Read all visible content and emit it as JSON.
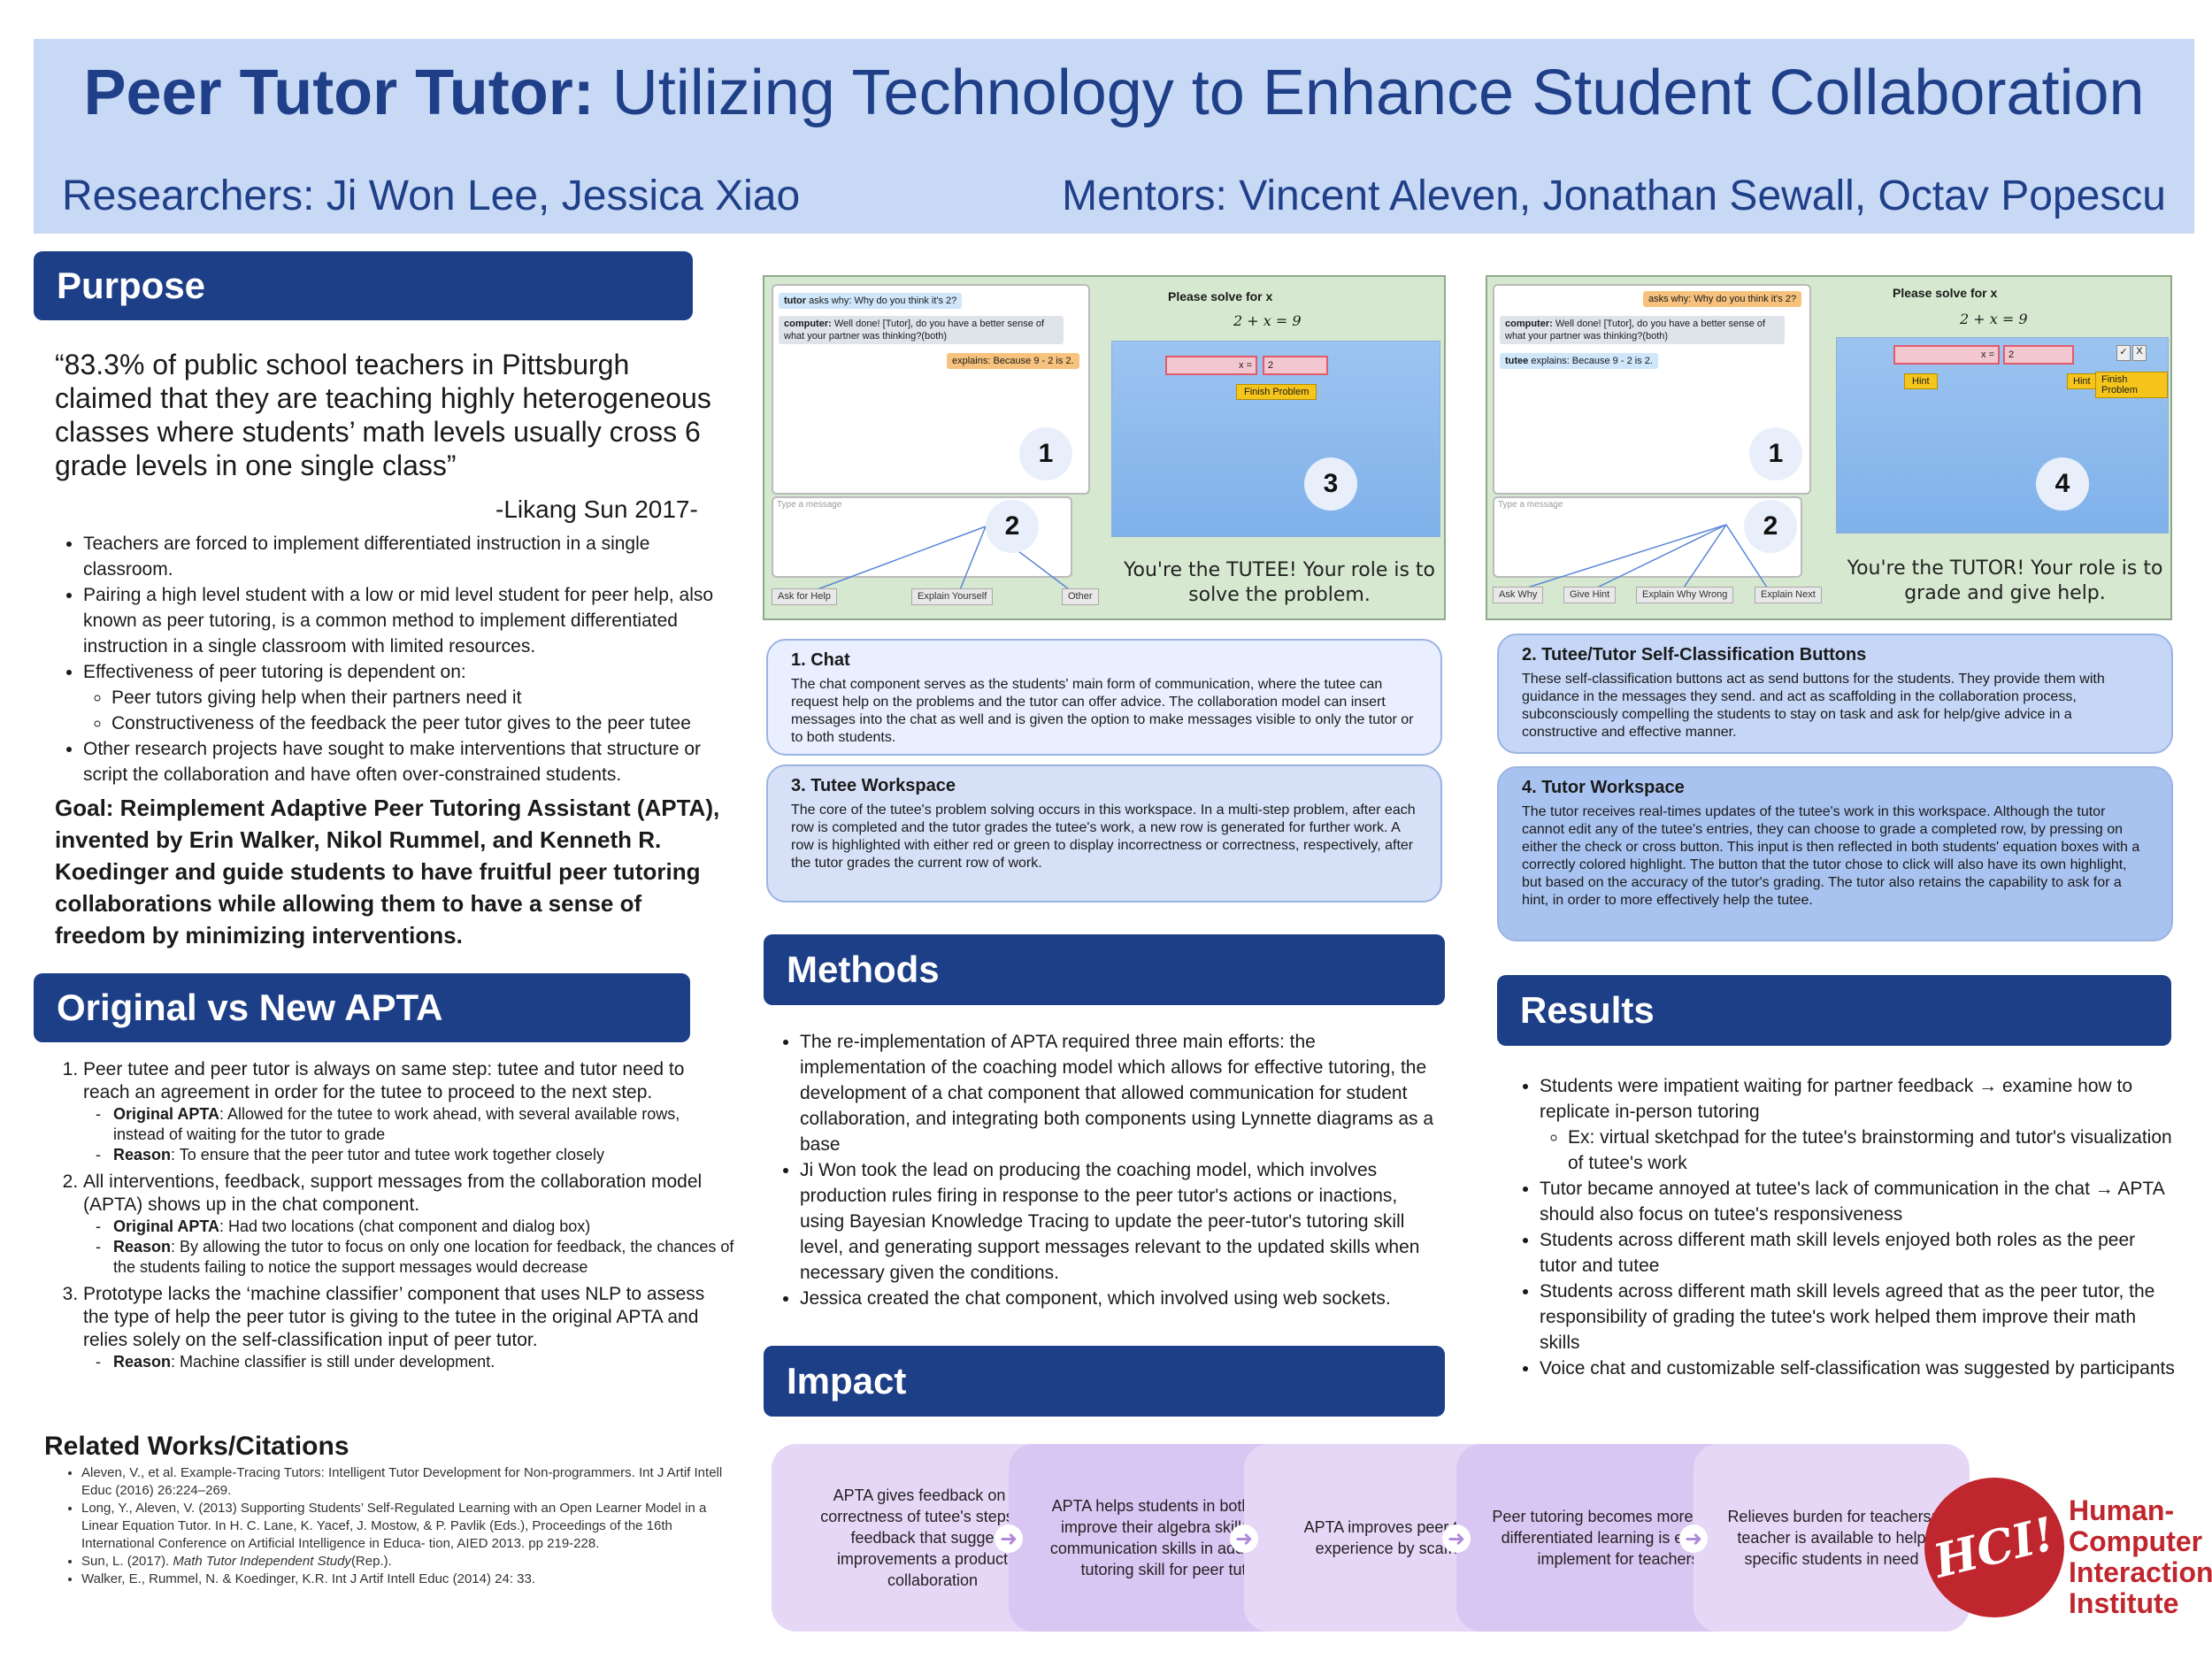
{
  "header": {
    "title_bold": "Peer Tutor Tutor:",
    "title_rest": " Utilizing Technology to Enhance Student Collaboration",
    "researchers": "Researchers: Ji Won Lee, Jessica Xiao",
    "mentors": "Mentors: Vincent Aleven, Jonathan Sewall, Octav Popescu"
  },
  "purpose": {
    "heading": "Purpose",
    "quote": "“83.3% of public school teachers in Pittsburgh claimed that they are teaching highly heterogeneous classes where students’ math levels usually cross 6 grade levels in one single class”",
    "attribution": "-Likang Sun 2017-",
    "bullets": [
      "Teachers are forced to implement differentiated instruction in a single classroom.",
      "Pairing a high level student with a low or mid level student for peer help, also known as peer tutoring, is a common method to implement differentiated instruction in a single classroom with limited resources.",
      "Effectiveness of peer tutoring is dependent on:"
    ],
    "sub_bullets": [
      "Peer tutors giving help when their partners need it",
      "Constructiveness of the feedback the peer tutor gives to the peer tutee"
    ],
    "last_bullet": "Other research projects have sought to make interventions that structure or script the collaboration and have often over-constrained students.",
    "goal": "Goal: Reimplement Adaptive Peer Tutoring Assistant (APTA), invented by Erin Walker, Nikol Rummel, and Kenneth R. Koedinger and guide students to have fruitful peer tutoring collaborations while allowing them to have a sense of freedom by minimizing interventions."
  },
  "original": {
    "heading": "Original vs New APTA",
    "items": [
      {
        "text": "Peer tutee and peer tutor is always on same step: tutee and tutor need to reach an agreement in order for the tutee to proceed to the next step.",
        "d1_label": "Original APTA",
        "d1_text": ": Allowed for the tutee to work ahead, with several available rows, instead of waiting for the tutor to grade",
        "d2_label": "Reason",
        "d2_text": ": To ensure that the peer tutor and tutee work together closely"
      },
      {
        "text": "All interventions, feedback, support messages from the collaboration model (APTA) shows up in the chat component.",
        "d1_label": "Original APTA",
        "d1_text": ": Had two locations (chat component and dialog box)",
        "d2_label": "Reason",
        "d2_text": ": By allowing the tutor to focus on only one location for feedback, the chances of the students failing to notice the support messages would decrease"
      },
      {
        "text": "Prototype lacks the ‘machine classifier’ component that uses NLP to assess the type of help the peer tutor is giving to the tutee in the original APTA and relies solely on the self-classification input of peer tutor.",
        "d1_label": "Reason",
        "d1_text": ": Machine classifier is still under development."
      }
    ]
  },
  "citations": {
    "heading": "Related Works/Citations",
    "items": [
      "Aleven, V., et al. Example-Tracing Tutors: Intelligent Tutor Development for Non-programmers. Int J Artif Intell Educ (2016) 26:224–269.",
      "Long, Y., Aleven, V. (2013) Supporting Students’ Self-Regulated Learning with an Open Learner Model in a Linear Equation Tutor. In H. C. Lane, K. Yacef, J. Mostow, & P. Pavlik (Eds.), Proceedings of the 16th International Conference on Artificial Intelligence in Educa- tion, AIED 2013. pp 219-228.",
      "Walker, E., Rummel, N. & Koedinger, K.R. Int J Artif Intell Educ (2014) 24: 33."
    ],
    "sun_prefix": "Sun, L. (2017). ",
    "sun_title": "Math Tutor Independent Study",
    "sun_suffix": "(Rep.)."
  },
  "tutee_screen": {
    "chat_line1_speaker": "tutor",
    "chat_line1": " asks why: Why do you think it's 2?",
    "chat_line2_speaker": "computer:",
    "chat_line2": " Well done! [Tutor], do you have a better sense of what your partner was thinking?(both)",
    "chat_line3": "explains: Because 9 - 2 is 2.",
    "input_placeholder": "Type a message",
    "buttons": [
      "Ask for Help",
      "Explain Yourself",
      "Other"
    ],
    "problem_title": "Please solve for x",
    "equation": "2 + x = 9",
    "row_eq": "x = 2",
    "finish": "Finish Problem",
    "badge_chat": "1",
    "badge_buttons": "2",
    "badge_workspace": "3",
    "role_text": "You're the TUTEE! Your role is to solve the problem."
  },
  "tutor_screen": {
    "chat_line1": "asks why: Why do you think it's 2?",
    "chat_line2_speaker": "computer:",
    "chat_line2": " Well done! [Tutor], do you have a better sense of what your partner was thinking?(both)",
    "chat_line3_speaker": "tutee",
    "chat_line3": " explains: Because 9 - 2 is 2.",
    "input_placeholder": "Type a message",
    "buttons": [
      "Ask Why",
      "Give Hint",
      "Explain Why Wrong",
      "Explain Next"
    ],
    "problem_title": "Please solve for x",
    "equation": "2 + x = 9",
    "row_eq": "x = 2",
    "check": "✓",
    "cross": "X",
    "hint1": "Hint",
    "hint2": "Hint",
    "finish": "Finish Problem",
    "badge_chat": "1",
    "badge_buttons": "2",
    "badge_workspace": "4",
    "role_text": "You're the TUTOR! Your role is to grade and give help."
  },
  "cards": {
    "chat": {
      "title": "1. Chat",
      "text": "The chat component serves as the students' main form of communication, where the tutee can request help on the problems and the tutor can offer advice. The collaboration model can insert messages into the chat as well and is given the option to make messages visible to only the tutor or to both students."
    },
    "tutee_ws": {
      "title": "3. Tutee Workspace",
      "text": "The core of the tutee's problem solving occurs in this workspace. In a multi-step problem, after each row is completed and the tutor grades the tutee's work, a new row is generated for further work. A row is highlighted with either red or green to display incorrectness or correctness, respectively, after the tutor grades the current row of work."
    },
    "buttons": {
      "title": "2. Tutee/Tutor Self-Classification Buttons",
      "text": "These self-classification buttons act as send buttons for the students. They provide them with guidance in the messages they send. and act as scaffolding in the collaboration process, subconsciously compelling the students to stay on task and ask for help/give advice in a constructive and effective manner."
    },
    "tutor_ws": {
      "title": "4. Tutor Workspace",
      "text": "The tutor receives real-times updates of the tutee's work in this workspace. Although the tutor cannot edit any of the tutee's entries, they can choose to grade a completed row, by pressing on either the check or cross button. This input is then reflected in both students' equation boxes with a correctly colored highlight. The button that the tutor chose to click will also have its own highlight, but based on the accuracy of the tutor's grading. The tutor also retains the capability to ask for a hint, in order to more effectively help the tutee."
    }
  },
  "methods": {
    "heading": "Methods",
    "bullets": [
      "The re-implementation of APTA required three main efforts: the implementation of the coaching model which allows for effective tutoring, the development of a chat component that allowed communication for student collaboration, and integrating both components using Lynnette diagrams as a base",
      "Ji Won took the lead on producing the coaching model, which involves production rules firing in response to the peer tutor's actions or inactions, using Bayesian Knowledge Tracing to update the peer-tutor's tutoring skill level, and generating support messages relevant to the updated skills when necessary given the conditions.",
      "Jessica created the chat component, which involved using web sockets."
    ]
  },
  "results": {
    "heading": "Results",
    "b1": "Students were impatient waiting for partner feedback → examine how to replicate in-person tutoring",
    "b1_sub": "Ex: virtual sketchpad for the tutee's brainstorming and tutor's visualization of tutee's work",
    "rest": [
      "Tutor became annoyed at tutee's lack of communication in the chat → APTA should also focus on tutee's responsiveness",
      "Students across different math skill levels enjoyed both roles as the peer tutor and tutee",
      "Students across different math skill levels agreed that as the peer tutor, the responsibility of grading the tutee's work helped them improve their math skills",
      "Voice chat and customizable self-classification was suggested by participants"
    ]
  },
  "impact": {
    "heading": "Impact",
    "steps": [
      "APTA gives feedback on the correctness of tutee's steps and feedback that suggests improvements  a productive collaboration",
      "APTA helps students in both roles improve their algebra skills and communication skills in addition to tutoring skill for peer tutor",
      "APTA improves peer tutoring experience by scaffolding",
      "Peer tutoring becomes more useful; differentiated learning is easier to implement for teachers",
      "Relieves burden for teachers; teacher is available to help specific students in need"
    ],
    "arrow": "➜"
  },
  "logo": {
    "mark": "HCI!",
    "line1": "Human-",
    "line2": "Computer",
    "line3": "Interaction",
    "line4": "Institute"
  },
  "colors": {
    "header_bg": "#c8d9f5",
    "bar_bg": "#1d3f87",
    "logo_red": "#c0262d"
  }
}
